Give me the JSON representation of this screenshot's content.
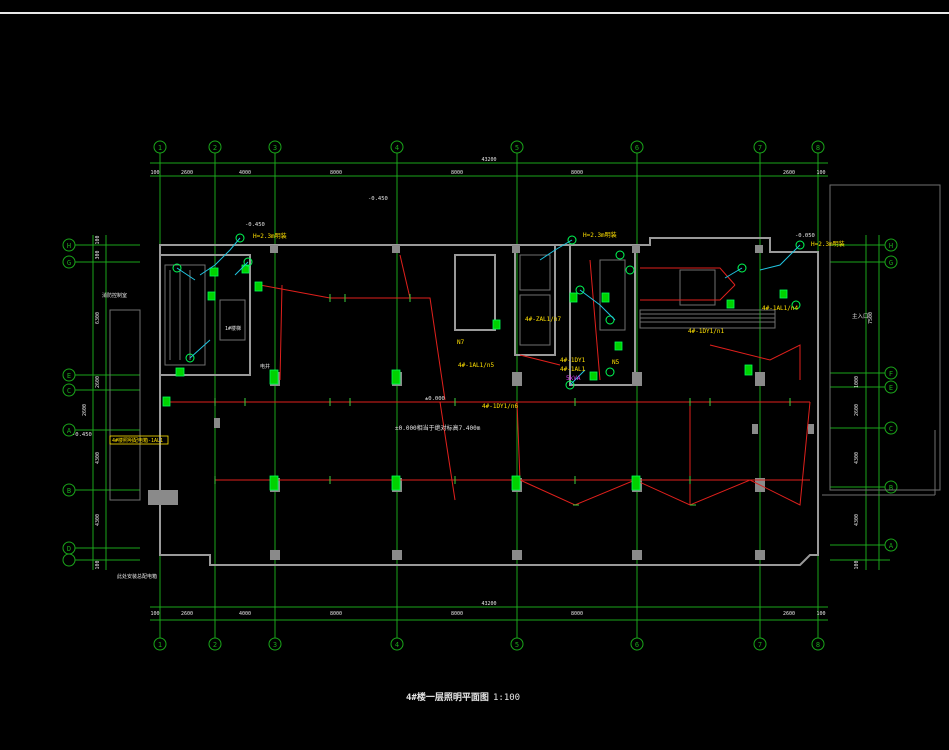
{
  "drawing": {
    "title": "4#楼一层照明平面图",
    "scale": "1:100",
    "axes_top": [
      "1",
      "2",
      "3",
      "4",
      "5",
      "6",
      "7",
      "8"
    ],
    "axes_bottom": [
      "1",
      "2",
      "3",
      "4",
      "5",
      "6",
      "7",
      "8"
    ],
    "axes_left": [
      "H",
      "G",
      "E",
      "C",
      "A",
      "B",
      "D"
    ],
    "axes_right": [
      "H",
      "G",
      "F",
      "E",
      "C",
      "B",
      "A"
    ],
    "overall_dim": "43200",
    "dims_top": [
      "100",
      "2600",
      "4000",
      "8000",
      "8000",
      "8000",
      "2600",
      "100"
    ],
    "dims_left": [
      "100",
      "300",
      "6300",
      "2600",
      "2600",
      "4300",
      "4300",
      "100"
    ],
    "dims_right": [
      "7500",
      "1000",
      "2600",
      "4300",
      "4300",
      "100"
    ],
    "labels": {
      "elev_a": "-0.450",
      "elev_b": "-0.450",
      "elev_c": "±0.000",
      "elev_d": "-0.050",
      "elev_e": "-0.450",
      "datum_note": "±0.000相当于绝对标高7.400m",
      "circuit_1": "4#-1DY1/n6",
      "circuit_2": "4#-1DY1/n1",
      "circuit_3": "4#-1AL1/n4",
      "circuit_4": "4#-ZAL1/n7",
      "circuit_5": "4#-1AL1/n5",
      "circuit_6": "4#-1DY1",
      "circuit_7": "4#-1AL1",
      "height_1": "H=2.3m明装",
      "height_2": "H=2.3m明装",
      "height_3": "H=2.3m明装",
      "panel_1": "N7",
      "panel_2": "N5",
      "left_note": "4#楼照明配电箱-1AL1",
      "magenta_tag": "5kVA",
      "room_entry": "主入口",
      "left_room": "消防控制室",
      "bottom_left_note": "此处安装总配电箱",
      "stair": "1#楼梯",
      "shaft": "电井"
    }
  }
}
